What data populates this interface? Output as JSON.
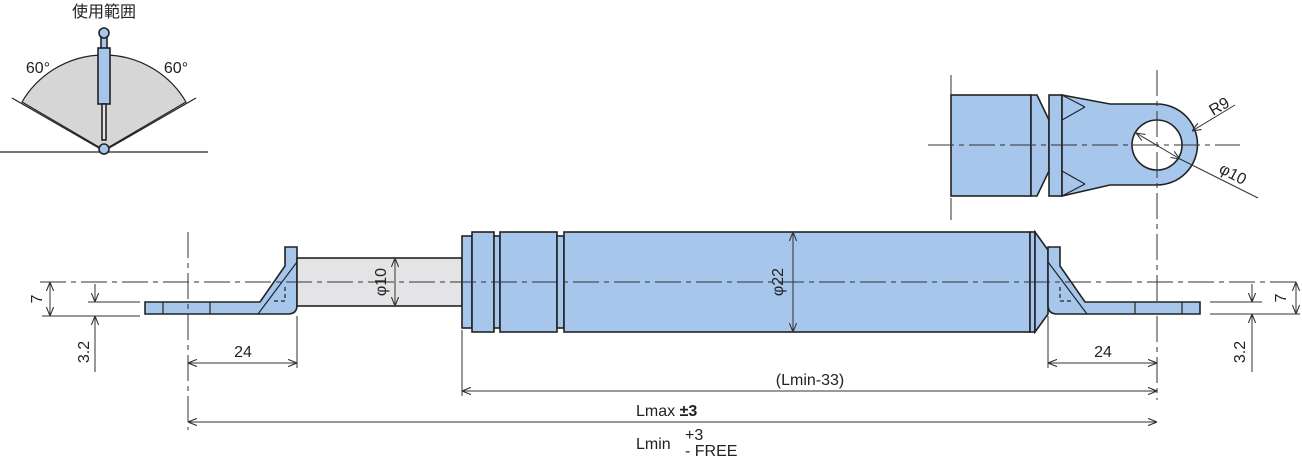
{
  "inset": {
    "title": "使用範囲",
    "angle_left": "60°",
    "angle_right": "60°"
  },
  "dimensions": {
    "rod_diameter": "φ10",
    "body_diameter": "φ22",
    "eye_radius": "R9",
    "eye_hole": "φ10",
    "bracket_left_length": "24",
    "bracket_right_length": "24",
    "height_left": "7",
    "height_right": "7",
    "thickness_left": "3.2",
    "thickness_right": "3.2",
    "body_length": "(Lmin-33)",
    "lmax": "Lmax",
    "lmax_tol": "±3",
    "lmin": "Lmin",
    "lmin_tol_upper": "+3",
    "lmin_tol_lower": "- FREE"
  },
  "colors": {
    "part": "#a6c6ec",
    "rod": "#e4e4e6"
  }
}
